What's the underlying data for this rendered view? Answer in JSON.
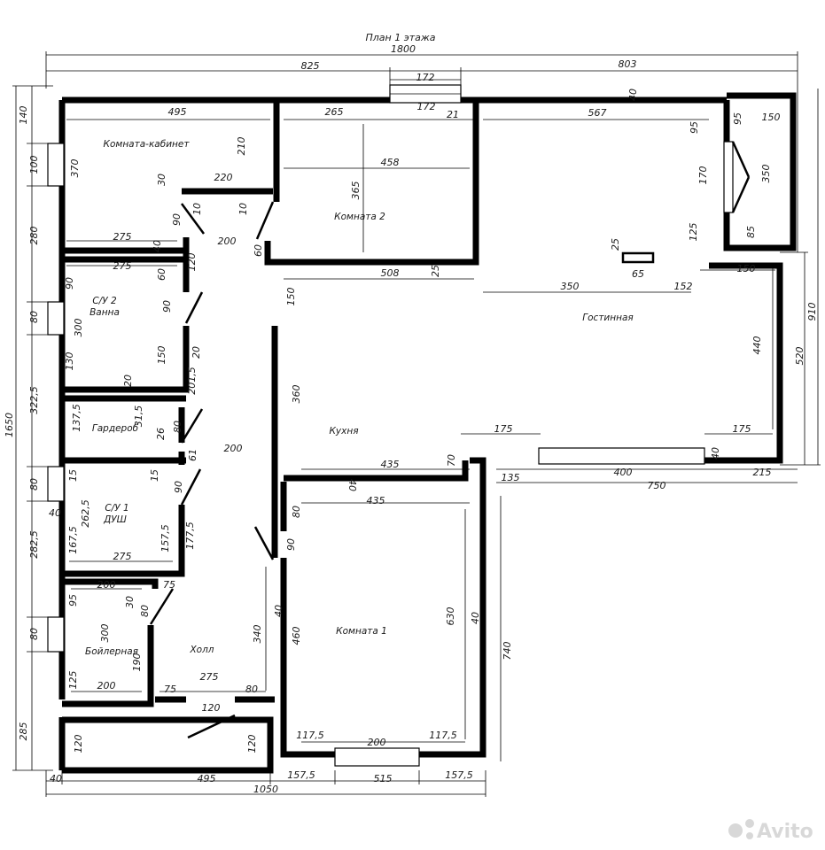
{
  "title": "План 1 этажа",
  "rooms": {
    "cabinet": "Комната-кабинет",
    "room2": "Комната 2",
    "living": "Гостинная",
    "bath2_line1": "С/У 2",
    "bath2_line2": "Ванна",
    "wardrobe": "Гардероб",
    "bath1_line1": "С/У 1",
    "bath1_line2": "ДУШ",
    "kitchen": "Кухня",
    "room1": "Комната 1",
    "boiler": "Бойлерная",
    "hall": "Холл"
  },
  "dims": {
    "total_width": "1800",
    "top_left": "825",
    "top_right": "803",
    "top_window": "172",
    "cab_width": "495",
    "r2_265": "265",
    "r2_172": "172",
    "r2_21": "21",
    "liv_567": "567",
    "v_40_top": "40",
    "ext_150_tr": "150",
    "ext_95_tr": "95",
    "liv_95": "95",
    "liv_170": "170",
    "liv_125": "125",
    "ext_350_tr": "350",
    "ext_85_tr": "85",
    "cab_370": "370",
    "cab_210": "210",
    "cab_30": "30",
    "cab_220": "220",
    "cab_10a": "10",
    "cab_10b": "10",
    "r2_458": "458",
    "r2_365": "365",
    "cab_90": "90",
    "cab_275": "275",
    "cab_40": "40",
    "hall_200_top": "200",
    "r2_60": "60",
    "bath2_275": "275",
    "bath2_60": "60",
    "r2_508": "508",
    "r2_25": "25",
    "liv_25": "25",
    "liv_65": "65",
    "liv_350": "350",
    "liv_152": "152",
    "liv_150": "150",
    "v_120_a": "120",
    "k_150": "150",
    "bath2_90a": "90",
    "bath2_90b": "90",
    "bath2_300": "300",
    "bath2_130": "130",
    "bath2_150": "150",
    "bath2_20": "20",
    "bath2_201": "201,5",
    "bath2_20b": "20",
    "k_360": "360",
    "liv_440": "440",
    "ext_910": "910",
    "ext_520": "520",
    "g_137": "137,5",
    "g_31": "31,5",
    "g_26": "26",
    "g_80": "80",
    "g_61": "61",
    "hall_200_mid": "200",
    "liv_175a": "175",
    "liv_175b": "175",
    "k_435a": "435",
    "k_70": "70",
    "k_40": "40",
    "liv_40": "40",
    "liv_400": "400",
    "liv_135": "135",
    "liv_750": "750",
    "liv_215": "215",
    "b1_15a": "15",
    "b1_15b": "15",
    "b1_90": "90",
    "b1_262": "262,5",
    "b1_40": "40",
    "b1_167": "167,5",
    "b1_157": "157,5",
    "b1_177": "177,5",
    "b1_275": "275",
    "k_435b": "435",
    "r1_80": "80",
    "r1_90": "90",
    "bo_200": "200",
    "bo_75": "75",
    "bo_95": "95",
    "bo_30": "30",
    "bo_80": "80",
    "bo_300": "300",
    "bo_190": "190",
    "bo_125": "125",
    "bo_200b": "200",
    "h_75": "75",
    "h_275": "275",
    "h_80": "80",
    "h_340": "340",
    "h_40": "40",
    "r1_460": "460",
    "r1_630": "630",
    "r1_40": "40",
    "r1_740": "740",
    "h_120": "120",
    "ter_120a": "120",
    "ter_120b": "120",
    "r1_117a": "117,5",
    "r1_200": "200",
    "r1_117b": "117,5",
    "b_40": "40",
    "b_495": "495",
    "b_157a": "157,5",
    "b_515": "515",
    "b_157b": "157,5",
    "b_1050": "1050",
    "l_140": "140",
    "l_100": "100",
    "l_280": "280",
    "l_80a": "80",
    "l_322": "322,5",
    "l_80b": "80",
    "l_282": "282,5",
    "l_80c": "80",
    "l_285": "285",
    "l_1650": "1650"
  },
  "watermark": "Avito"
}
